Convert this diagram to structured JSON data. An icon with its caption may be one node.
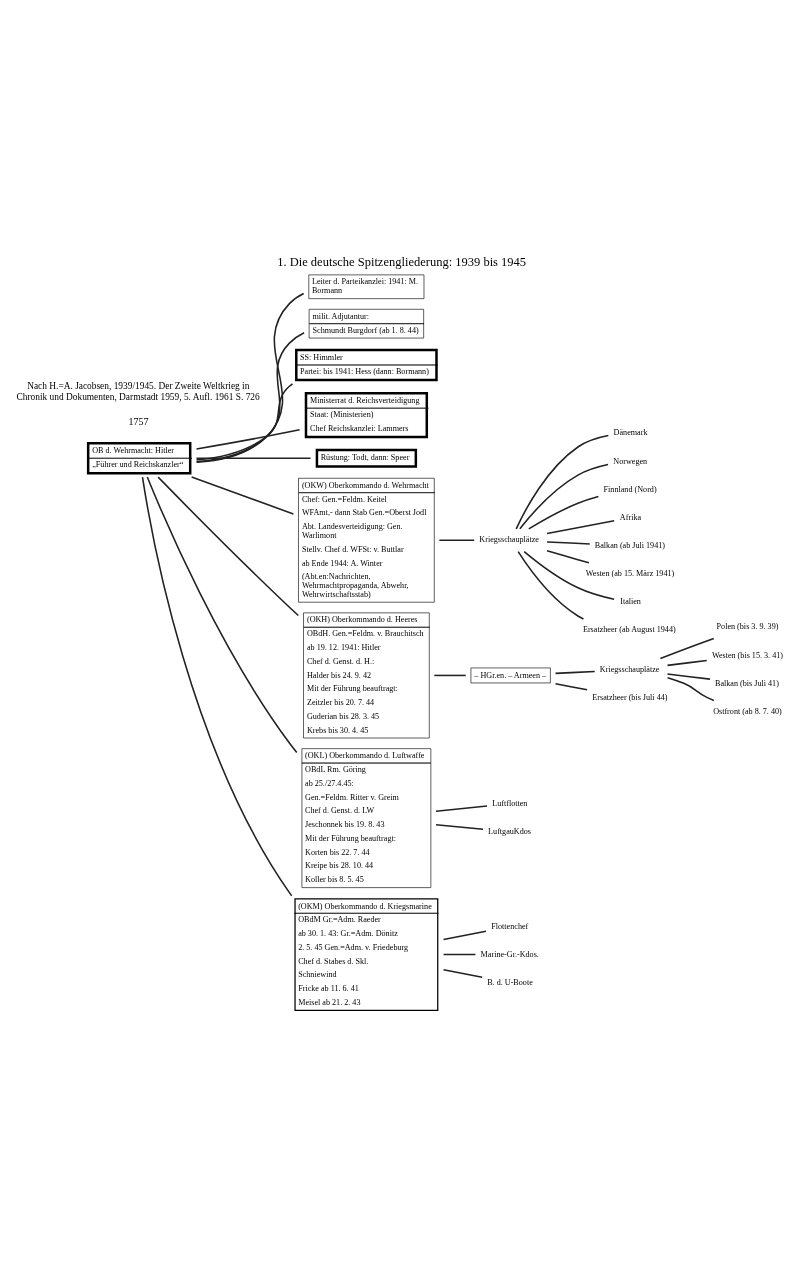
{
  "diagram": {
    "title": "1. Die deutsche Spitzengliederung: 1939 bis 1945",
    "caption": "Nach H.=A. Jacobsen, 1939/1945. Der Zweite Weltkrieg in Chronik und Dokumenten, Darmstadt 1959, 5. Aufl. 1961 S. 726",
    "nodes": [
      {
        "text": [
          "OB d. Wehrmacht: Hitler",
          "„Führer und Reichskanzler“"
        ]
      },
      {
        "text": [
          "Leiter d. Parteikanzlei: 1941: M. Bormann"
        ]
      },
      {
        "text": [
          "milit. Adjutantur:",
          "Schmundt Burgdorf (ab 1. 8. 44)"
        ]
      },
      {
        "text": [
          "SS: Himmler",
          "Partei: bis 1941: Hess (dann: Bormann)"
        ]
      },
      {
        "text": [
          "Ministerrat d. Reichsverteidigung",
          "Staat: (Ministerien)",
          "Chef Reichskanzlei: Lammers"
        ]
      },
      {
        "text": [
          "Rüstung: Todt, dann: Speer"
        ]
      },
      {
        "text": [
          "(OKW) Oberkommando d. Wehrmacht",
          "Chef: Gen.=Feldm. Keitel",
          "WFAmt,- dann Stab Gen.=Oberst Jodl",
          "Abt. Landesverteidigung: Gen. Warlimont",
          "Stellv. Chef d. WFSt: v. Buttlar",
          "ab Ende 1944: A. Winter",
          "(Abt.en:Nachrichten, Wehrmachtpropaganda, Abwehr, Wehrwirtschaftsstab)"
        ]
      },
      {
        "text": [
          "(OKH) Oberkommando d. Heeres",
          "OBdH. Gen.=Feldm. v. Brauchitsch",
          "ab 19. 12. 1941: Hitler",
          "Chef d. Genst. d. H.:",
          "Halder bis 24. 9. 42",
          "Mit der Führung beauftragt:",
          "Zeitzler bis 20. 7. 44",
          "Guderian bis 28. 3. 45",
          "Krebs bis 30. 4. 45"
        ]
      },
      {
        "text": [
          "(OKL) Oberkommando d. Luftwaffe",
          "OBdL Rm. Göring",
          "ab 25./27.4.45:",
          "Gen.=Feldm. Ritter v. Greim",
          "Chef d. Genst. d. LW",
          "Jeschonnek bis 19. 8. 43",
          "Mit der Führung beauftragt:",
          "Korten bis 22. 7. 44",
          "Kreipe bis 28. 10. 44",
          "Koller bis 8. 5. 45"
        ]
      },
      {
        "text": [
          "(OKM) Oberkommando d. Kriegsmarine",
          "OBdM Gr.=Adm. Raeder",
          "ab 30. 1. 43: Gr.=Adm. Dönitz",
          "2. 5. 45 Gen.=Adm. v. Friedeburg",
          "Chef d. Stabes d. Skl.",
          "Schniewind",
          "Fricke ab 11. 6. 41",
          "Meisel ab 21. 2. 43"
        ]
      },
      {
        "text": [
          "Kriegsschauplätze"
        ]
      },
      {
        "text": [
          "Dänemark"
        ]
      },
      {
        "text": [
          "Norwegen"
        ]
      },
      {
        "text": [
          "Finnland (Nord)"
        ]
      },
      {
        "text": [
          "Afrika"
        ]
      },
      {
        "text": [
          "Balkan (ab Juli 1941)"
        ]
      },
      {
        "text": [
          "Westen (ab 15. März 1941)"
        ]
      },
      {
        "text": [
          "Italien"
        ]
      },
      {
        "text": [
          "Ersatzheer (ab August 1944)"
        ]
      },
      {
        "text": [
          "– HGr.en. – Armeen –"
        ]
      },
      {
        "text": [
          "Kriegsschauplätze"
        ]
      },
      {
        "text": [
          "Polen (bis 3. 9. 39)"
        ]
      },
      {
        "text": [
          "Westen (bis 15. 3. 41)"
        ]
      },
      {
        "text": [
          "Balkan (bis Juli 41)"
        ]
      },
      {
        "text": [
          "Ostfront (ab 8. 7. 40)"
        ]
      },
      {
        "text": [
          "Ersatzheer (bis Juli 44)"
        ]
      },
      {
        "text": [
          "Luftflotten"
        ]
      },
      {
        "text": [
          "LuftgauKdos"
        ]
      },
      {
        "text": [
          "Flottenchef"
        ]
      },
      {
        "text": [
          "Marine-Gr.-Kdos."
        ]
      },
      {
        "text": [
          "B. d. U-Boote"
        ]
      }
    ],
    "edges": [
      {
        "from": 0,
        "to": 1,
        "arrow": "none"
      },
      {
        "from": 0,
        "to": 2,
        "arrow": "none"
      },
      {
        "from": 0,
        "to": 3,
        "arrow": "none"
      },
      {
        "from": 0,
        "to": 6,
        "arrow": "none"
      },
      {
        "from": 0,
        "to": 4,
        "arrow": "none"
      },
      {
        "from": 0,
        "to": 5,
        "arrow": "none"
      },
      {
        "from": 0,
        "to": 7,
        "arrow": "none"
      },
      {
        "from": 0,
        "to": 8,
        "arrow": "none"
      },
      {
        "from": 0,
        "to": 9,
        "arrow": "none"
      },
      {
        "from": 6,
        "to": 10,
        "arrow": "none"
      },
      {
        "from": 10,
        "to": 11,
        "arrow": "none"
      },
      {
        "from": 10,
        "to": 12,
        "arrow": "none"
      },
      {
        "from": 10,
        "to": 13,
        "arrow": "none"
      },
      {
        "from": 10,
        "to": 14,
        "arrow": "none"
      },
      {
        "from": 10,
        "to": 15,
        "arrow": "none"
      },
      {
        "from": 10,
        "to": 16,
        "arrow": "none"
      },
      {
        "from": 10,
        "to": 17,
        "arrow": "none"
      },
      {
        "from": 10,
        "to": 18,
        "arrow": "none"
      },
      {
        "from": 7,
        "to": 19,
        "arrow": "none"
      },
      {
        "from": 19,
        "to": 20,
        "arrow": "none"
      },
      {
        "from": 20,
        "to": 21,
        "arrow": "none"
      },
      {
        "from": 20,
        "to": 22,
        "arrow": "none"
      },
      {
        "from": 20,
        "to": 23,
        "arrow": "none"
      },
      {
        "from": 20,
        "to": 24,
        "arrow": "none"
      },
      {
        "from": 19,
        "to": 25,
        "arrow": "none"
      },
      {
        "from": 8,
        "to": 26,
        "arrow": "none"
      },
      {
        "from": 8,
        "to": 27,
        "arrow": "none"
      },
      {
        "from": 9,
        "to": 28,
        "arrow": "none"
      },
      {
        "from": 9,
        "to": 29,
        "arrow": "none"
      },
      {
        "from": 9,
        "to": 30,
        "arrow": "none"
      }
    ],
    "labels": [
      "1757"
    ]
  }
}
